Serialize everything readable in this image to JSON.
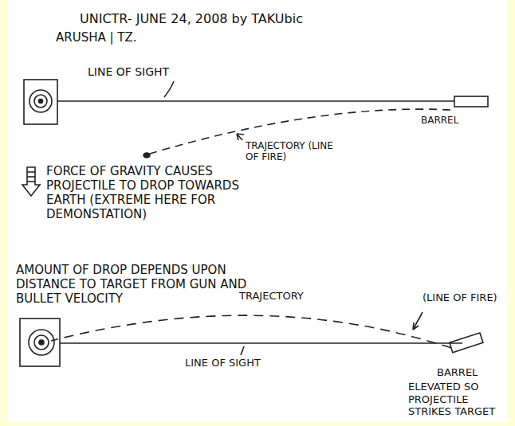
{
  "diagram": {
    "labels": [
      "UNICTR- JUNE 24, 2008 by TAKUbic",
      "ARUSHA | TZ.",
      "LINE OF SIGHT",
      "TRAJECTORY (LINE OF FIRE)",
      "BARREL",
      "FORCE OF GRAVITY CAUSES PROJECTILE TO DROP TOWARDS EARTH (EXTREME HERE FOR DEMONSTATION)",
      "AMOUNT OF DROP DEPENDS UPON DISTANCE TO TARGET FROM GUN AND BULLET VELOCITY",
      "TRAJECTORY",
      "(LINE OF FIRE)",
      "LINE OF SIGHT",
      "BARREL",
      "ELEVATED SO PROJECTILE STRIKES TARGET"
    ]
  }
}
